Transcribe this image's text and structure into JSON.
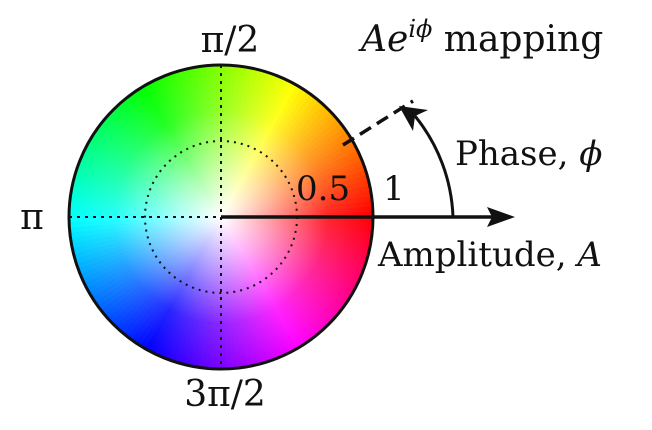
{
  "title": {
    "base": "Ae",
    "sup": "iϕ",
    "rest": " mapping"
  },
  "angle_labels": {
    "top": "π/2",
    "left": "π",
    "bottom": "3π/2"
  },
  "ring_labels": {
    "inner": "0.5",
    "outer": "1"
  },
  "phase_label": {
    "text": "Phase, ",
    "symbol": "ϕ"
  },
  "amplitude_label": {
    "text": "Amplitude, ",
    "symbol": "A"
  },
  "colors": {
    "ink": "#111111",
    "wheel_center": "#ffffff"
  }
}
